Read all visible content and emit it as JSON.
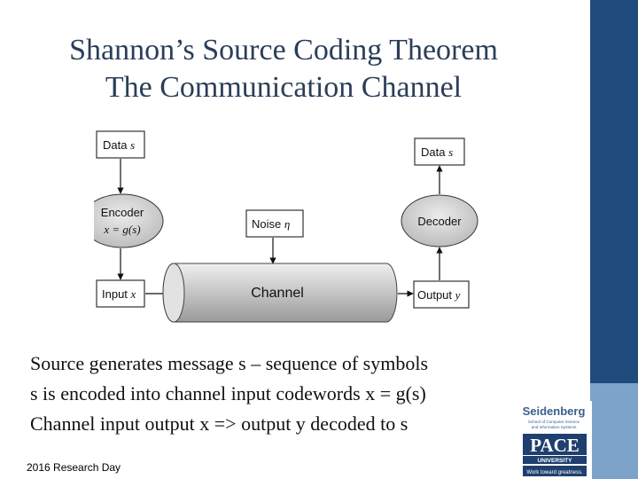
{
  "slide": {
    "title_line1": "Shannon’s Source Coding Theorem",
    "title_line2": "The Communication Channel",
    "body_lines": [
      "Source generates message s – sequence of symbols",
      "s is encoded into channel input codewords x = g(s)",
      "Channel input output x => output y decoded to s"
    ],
    "footer": "2016 Research Day"
  },
  "diagram": {
    "data_in": {
      "label": "Data",
      "var": "s"
    },
    "encoder": {
      "label": "Encoder",
      "formula": "x = g(s)"
    },
    "input": {
      "label": "Input",
      "var": "x"
    },
    "noise": {
      "label": "Noise",
      "var": "η"
    },
    "channel": {
      "label": "Channel"
    },
    "decoder": {
      "label": "Decoder"
    },
    "output": {
      "label": "Output",
      "var": "y"
    },
    "data_out": {
      "label": "Data",
      "var": "s"
    }
  },
  "logo": {
    "line1": "Seidenberg",
    "line2": "School of Computer Science",
    "line3": "and Information Systems",
    "brand": "PACE",
    "sub": "UNIVERSITY",
    "tagline": "Work toward greatness."
  },
  "colors": {
    "accent_dark": "#1f4a7c",
    "accent_light": "#7ea3c8",
    "title": "#2b3e58"
  }
}
